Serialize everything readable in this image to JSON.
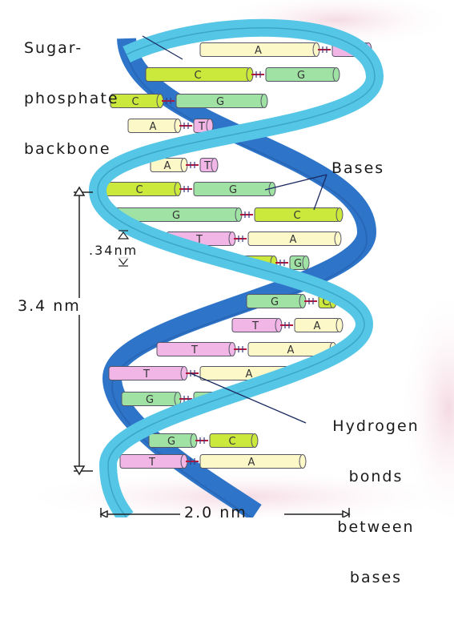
{
  "labels": {
    "backbone": [
      "Sugar-",
      "phosphate",
      "backbone"
    ],
    "bases": "Bases",
    "rise": ".34nm",
    "pitch": "3.4 nm",
    "hbonds": [
      "Hydrogen",
      "bonds",
      "between",
      "bases"
    ],
    "width": "2.0 nm"
  },
  "base_pairs": [
    {
      "left": "",
      "right": "A",
      "right2": "T"
    },
    {
      "left": "C",
      "right": "G"
    },
    {
      "left": "C",
      "right": "G"
    },
    {
      "left": "A",
      "right": "T"
    },
    {
      "left": "A",
      "right": "T"
    },
    {
      "left": "C",
      "right": "G"
    },
    {
      "left": "G",
      "right": "C"
    },
    {
      "left": "T",
      "right": "A"
    },
    {
      "left": "C",
      "right": "G"
    },
    {
      "left": "G",
      "right": "C"
    },
    {
      "left": "T",
      "right": "A"
    },
    {
      "left": "T",
      "right": "A"
    },
    {
      "left": "T",
      "right": "A"
    },
    {
      "left": "G",
      "right": "G"
    },
    {
      "left": "G",
      "right": "C"
    },
    {
      "left": "T",
      "right": "A"
    }
  ],
  "colors": {
    "strand_front": "#56c6e6",
    "strand_back": "#2e74c8",
    "adenine": "#fdf8c8",
    "thymine": "#f1b6e6",
    "guanine": "#9fe2a4",
    "cytosine": "#cbe83c",
    "bond": "#b3163a"
  }
}
